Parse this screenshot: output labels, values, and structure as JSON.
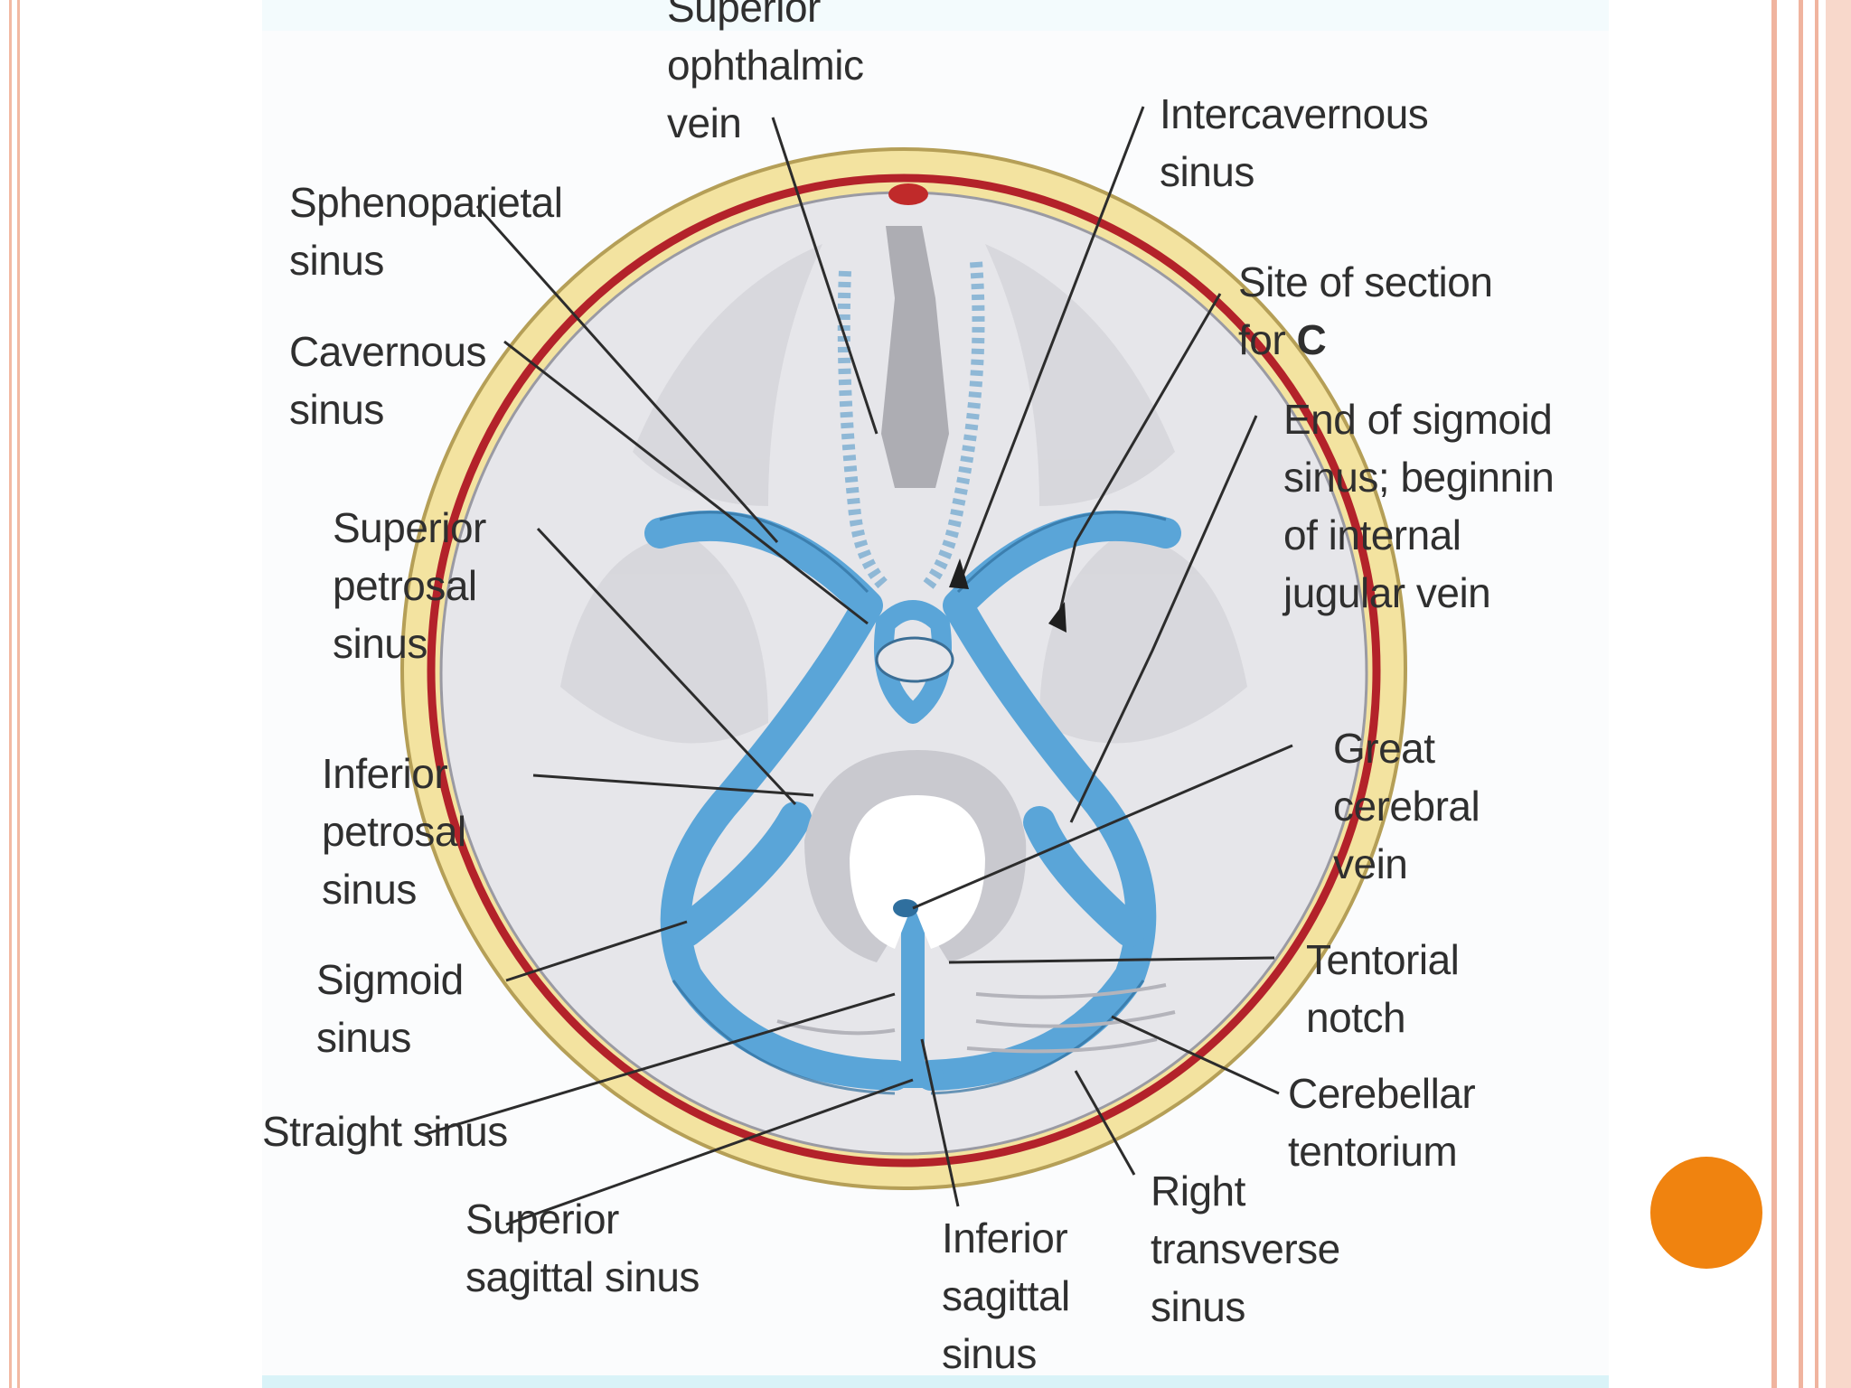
{
  "slide": {
    "accent_color": "#f0830f",
    "border_color": "#f2b9a3"
  },
  "diagram": {
    "labels": {
      "superior_ophthalmic_vein": "Superior\nophthalmic\nvein",
      "intercavernous_sinus": "Intercavernous\nsinus",
      "sphenoparietal_sinus": "Sphenoparietal\nsinus",
      "site_of_section_prefix": "Site of section\nfor ",
      "site_of_section_letter": "C",
      "cavernous_sinus": "Cavernous\nsinus",
      "end_of_sigmoid_sinus": "End of sigmoid\nsinus; beginnin\nof internal\njugular vein",
      "superior_petrosal_sinus": "Superior\npetrosal\nsinus",
      "inferior_petrosal_sinus": "Inferior\npetrosal\nsinus",
      "great_cerebral_vein": "Great\ncerebral\nvein",
      "sigmoid_sinus": "Sigmoid\nsinus",
      "tentorial_notch": "Tentorial\nnotch",
      "straight_sinus": "Straight sinus",
      "cerebellar_tentorium": "Cerebellar\ntentorium",
      "superior_sagittal_sinus": "Superior\nsagittal sinus",
      "inferior_sagittal_sinus": "Inferior\nsagittal\nsinus",
      "right_transverse_sinus": "Right\ntransverse\nsinus"
    }
  }
}
